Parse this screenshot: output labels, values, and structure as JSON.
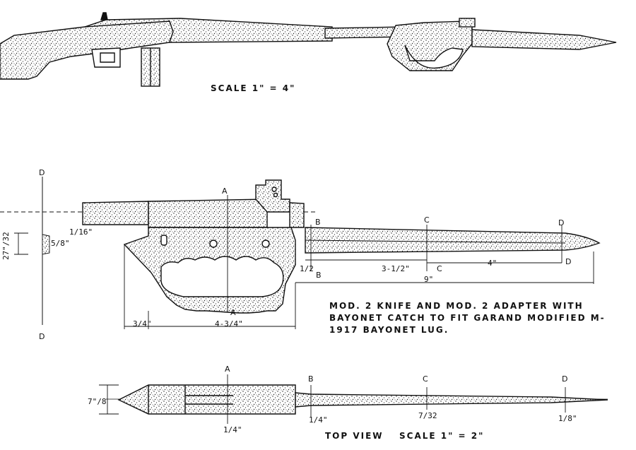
{
  "scale_top": "SCALE 1\" = 4\"",
  "caption": "MOD. 2 KNIFE AND MOD. 2 ADAPTER WITH BAYONET CATCH TO FIT GARAND MODIFIED M-1917 BAYONET LUG.",
  "top_view_label": "TOP VIEW",
  "scale_bottom": "SCALE 1\" = 2\"",
  "section_labels": {
    "a": "A",
    "b": "B",
    "c": "C",
    "d": "D"
  },
  "dims": {
    "d27_32": "27\"/32",
    "d5_8": "5/8\"",
    "d1_16": "1/16\"",
    "d1_2": "1/2",
    "d3_1_2": "3-1/2\"",
    "d4": "4\"",
    "d9": "9\"",
    "d3_4": "3/4\"",
    "d4_3_4": "4-3/4\"",
    "d7_8": "7\"/8",
    "d1_4": "1/4\"",
    "d7_32": "7/32",
    "d1_8": "1/8\""
  }
}
